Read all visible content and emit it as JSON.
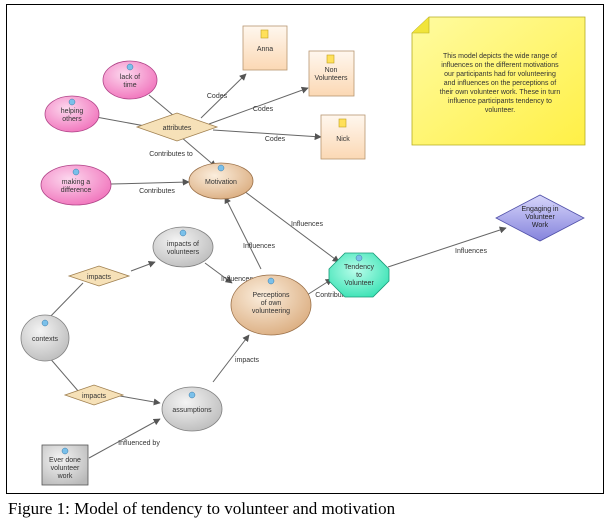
{
  "caption": "Figure 1: Model of tendency to volunteer and motivation",
  "note": {
    "lines": [
      "This model depicts the wide range of",
      "influences on the different motivations",
      "our participants had for volunteering",
      "and influences on the perceptions of",
      "their own volunteer work.  These in turn",
      "influence participants tendency to",
      "volunteer."
    ]
  },
  "nodes": {
    "anna": {
      "lines": [
        "Anna"
      ]
    },
    "non_volunteers": {
      "lines": [
        "Non",
        "Volunteers"
      ]
    },
    "nick": {
      "lines": [
        "Nick"
      ]
    },
    "lack_of_time": {
      "lines": [
        "lack of",
        "time"
      ]
    },
    "helping_others": {
      "lines": [
        "helping",
        "others"
      ]
    },
    "attributes": {
      "lines": [
        "attributes"
      ]
    },
    "making_difference": {
      "lines": [
        "making a",
        "difference"
      ]
    },
    "motivation": {
      "lines": [
        "Motivation"
      ]
    },
    "impacts_volunteers": {
      "lines": [
        "impacts of",
        "volunteers"
      ]
    },
    "impacts_top": {
      "lines": [
        "impacts"
      ]
    },
    "contexts": {
      "lines": [
        "contexts"
      ]
    },
    "perceptions": {
      "lines": [
        "Perceptions",
        "of own",
        "volunteering"
      ]
    },
    "tendency": {
      "lines": [
        "Tendency",
        "to",
        "Volunteer"
      ]
    },
    "engaging": {
      "lines": [
        "Engaging in",
        "Volunteer",
        "Work"
      ]
    },
    "impacts_bottom": {
      "lines": [
        "impacts"
      ]
    },
    "assumptions": {
      "lines": [
        "assumptions"
      ]
    },
    "ever_done": {
      "lines": [
        "Ever done",
        "volunteer",
        "work"
      ]
    }
  },
  "edges": {
    "codes_anna": "Codes",
    "codes_non": "Codes",
    "codes_nick": "Codes",
    "contributes_attr": "Contributes to",
    "contributes_making": "Contributes",
    "influences_mot_tend": "Influences",
    "influences_perc_mot": "Influences",
    "influences_imp_perc": "Influences",
    "contributes_perc_tend": "Contributes to",
    "influences_tend_eng": "Influences",
    "impacts_assum_perc": "impacts",
    "influenced_by": "Influenced by"
  },
  "colors": {
    "pink": "#f06cb8",
    "tan": "#e2bd98",
    "grey": "#c8c8c8",
    "green": "#3fe8b8",
    "purple": "#8f8ee0",
    "note": "#fff45a",
    "doc": "#fde2c6",
    "diamond": "#f6e1b8"
  }
}
